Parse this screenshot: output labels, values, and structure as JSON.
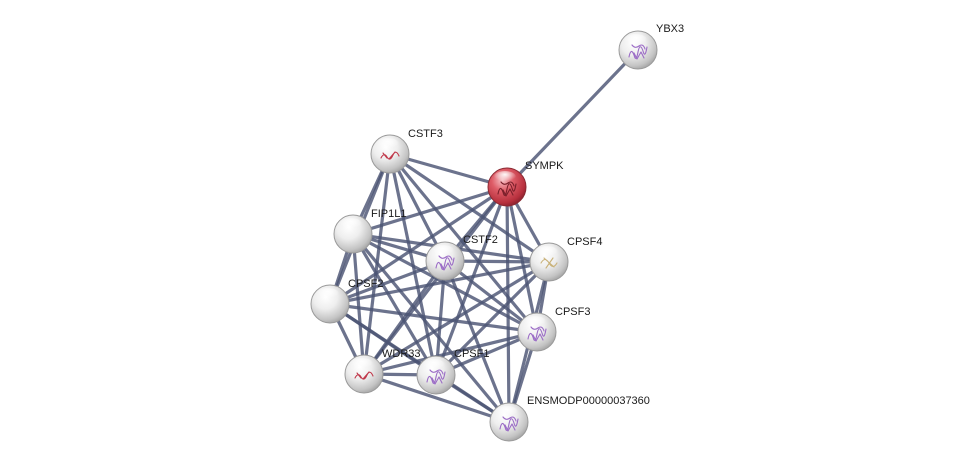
{
  "network": {
    "colors": {
      "edge": "#4c5474",
      "node_default": "#e2e2e2",
      "node_query": "#d14955",
      "structure_purple": "#9b6cc6",
      "structure_red": "#c0394b",
      "structure_tan": "#c9b27a"
    },
    "nodes": [
      {
        "id": "YBX3",
        "label": "YBX3",
        "query": false,
        "structure": "purple"
      },
      {
        "id": "CSTF3",
        "label": "CSTF3",
        "query": false,
        "structure": "red"
      },
      {
        "id": "SYMPK",
        "label": "SYMPK",
        "query": true,
        "structure": "purple"
      },
      {
        "id": "FIP1L1",
        "label": "FIP1L1",
        "query": false,
        "structure": "none"
      },
      {
        "id": "CSTF2",
        "label": "CSTF2",
        "query": false,
        "structure": "purple"
      },
      {
        "id": "CPSF4",
        "label": "CPSF4",
        "query": false,
        "structure": "tan"
      },
      {
        "id": "CPSF2",
        "label": "CPSF2",
        "query": false,
        "structure": "none"
      },
      {
        "id": "CPSF3",
        "label": "CPSF3",
        "query": false,
        "structure": "purple"
      },
      {
        "id": "WDR33",
        "label": "WDR33",
        "query": false,
        "structure": "red"
      },
      {
        "id": "CPSF1",
        "label": "CPSF1",
        "query": false,
        "structure": "purple"
      },
      {
        "id": "ENSMODP00000037360",
        "label": "ENSMODP00000037360",
        "query": false,
        "structure": "purple"
      }
    ],
    "edges": [
      [
        "SYMPK",
        "YBX3"
      ],
      [
        "SYMPK",
        "CSTF3"
      ],
      [
        "SYMPK",
        "FIP1L1"
      ],
      [
        "SYMPK",
        "CSTF2"
      ],
      [
        "SYMPK",
        "CPSF4"
      ],
      [
        "SYMPK",
        "CPSF2"
      ],
      [
        "SYMPK",
        "CPSF3"
      ],
      [
        "SYMPK",
        "WDR33"
      ],
      [
        "SYMPK",
        "CPSF1"
      ],
      [
        "SYMPK",
        "ENSMODP00000037360"
      ],
      [
        "CSTF3",
        "FIP1L1"
      ],
      [
        "CSTF3",
        "CSTF2"
      ],
      [
        "CSTF3",
        "CPSF4"
      ],
      [
        "CSTF3",
        "CPSF2"
      ],
      [
        "CSTF3",
        "CPSF3"
      ],
      [
        "CSTF3",
        "WDR33"
      ],
      [
        "CSTF3",
        "CPSF1"
      ],
      [
        "FIP1L1",
        "CSTF2"
      ],
      [
        "FIP1L1",
        "CPSF4"
      ],
      [
        "FIP1L1",
        "CPSF2"
      ],
      [
        "FIP1L1",
        "CPSF3"
      ],
      [
        "FIP1L1",
        "WDR33"
      ],
      [
        "FIP1L1",
        "CPSF1"
      ],
      [
        "FIP1L1",
        "ENSMODP00000037360"
      ],
      [
        "CSTF2",
        "CPSF4"
      ],
      [
        "CSTF2",
        "CPSF2"
      ],
      [
        "CSTF2",
        "CPSF3"
      ],
      [
        "CSTF2",
        "WDR33"
      ],
      [
        "CSTF2",
        "CPSF1"
      ],
      [
        "CSTF2",
        "ENSMODP00000037360"
      ],
      [
        "CPSF4",
        "CPSF2"
      ],
      [
        "CPSF4",
        "CPSF3"
      ],
      [
        "CPSF4",
        "WDR33"
      ],
      [
        "CPSF4",
        "CPSF1"
      ],
      [
        "CPSF4",
        "ENSMODP00000037360"
      ],
      [
        "CPSF2",
        "CPSF3"
      ],
      [
        "CPSF2",
        "WDR33"
      ],
      [
        "CPSF2",
        "CPSF1"
      ],
      [
        "CPSF2",
        "ENSMODP00000037360"
      ],
      [
        "CPSF3",
        "WDR33"
      ],
      [
        "CPSF3",
        "CPSF1"
      ],
      [
        "CPSF3",
        "ENSMODP00000037360"
      ],
      [
        "WDR33",
        "CPSF1"
      ],
      [
        "WDR33",
        "ENSMODP00000037360"
      ],
      [
        "CPSF1",
        "ENSMODP00000037360"
      ]
    ]
  }
}
